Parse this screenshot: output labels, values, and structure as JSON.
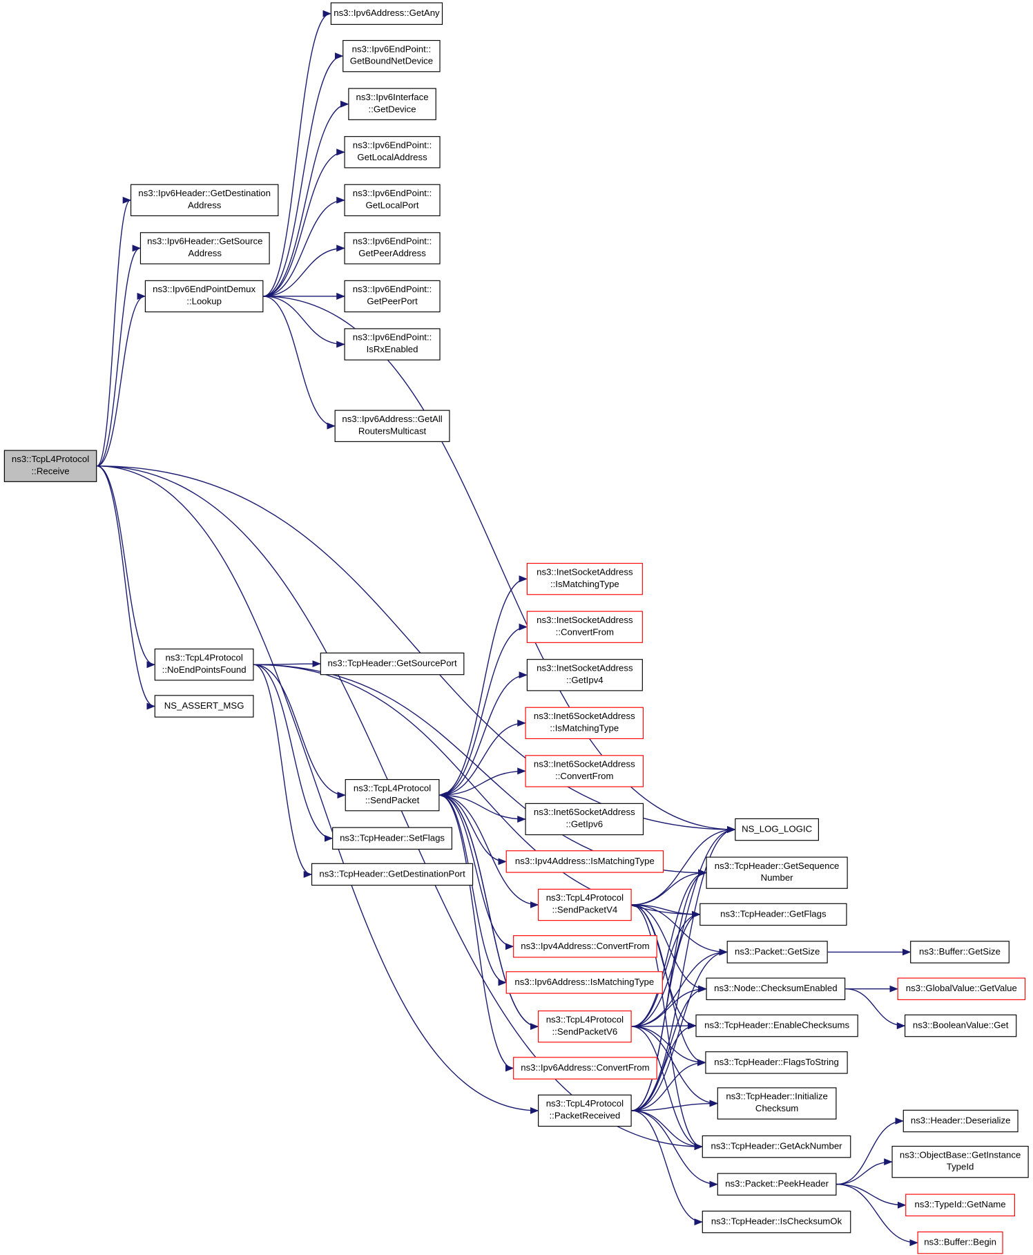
{
  "colors": {
    "edge": "#191970",
    "node_border": "#000000",
    "node_border_partial": "#ff0000",
    "root_fill": "#bfbfbf"
  },
  "nodes": [
    {
      "id": "root",
      "lines": [
        "ns3::TcpL4Protocol",
        "::Receive"
      ]
    },
    {
      "id": "getany",
      "lines": [
        "ns3::Ipv6Address::GetAny"
      ]
    },
    {
      "id": "getboundnetdevice",
      "lines": [
        "ns3::Ipv6EndPoint::",
        "GetBoundNetDevice"
      ]
    },
    {
      "id": "ifacegetdevice",
      "lines": [
        "ns3::Ipv6Interface",
        "::GetDevice"
      ]
    },
    {
      "id": "getlocaladdress",
      "lines": [
        "ns3::Ipv6EndPoint::",
        "GetLocalAddress"
      ]
    },
    {
      "id": "getlocalport",
      "lines": [
        "ns3::Ipv6EndPoint::",
        "GetLocalPort"
      ]
    },
    {
      "id": "getpeeraddress",
      "lines": [
        "ns3::Ipv6EndPoint::",
        "GetPeerAddress"
      ]
    },
    {
      "id": "getpeerport",
      "lines": [
        "ns3::Ipv6EndPoint::",
        "GetPeerPort"
      ]
    },
    {
      "id": "isrxenabled",
      "lines": [
        "ns3::Ipv6EndPoint::",
        "IsRxEnabled"
      ]
    },
    {
      "id": "getallrouters",
      "lines": [
        "ns3::Ipv6Address::GetAll",
        "RoutersMulticast"
      ]
    },
    {
      "id": "getdestaddr",
      "lines": [
        "ns3::Ipv6Header::GetDestination",
        "Address"
      ]
    },
    {
      "id": "getsrcaddr",
      "lines": [
        "ns3::Ipv6Header::GetSource",
        "Address"
      ]
    },
    {
      "id": "lookup",
      "lines": [
        "ns3::Ipv6EndPointDemux",
        "::Lookup"
      ]
    },
    {
      "id": "noendpoints",
      "lines": [
        "ns3::TcpL4Protocol",
        "::NoEndPointsFound"
      ]
    },
    {
      "id": "nsassert",
      "lines": [
        "NS_ASSERT_MSG"
      ]
    },
    {
      "id": "getsourceport",
      "lines": [
        "ns3::TcpHeader::GetSourcePort"
      ]
    },
    {
      "id": "setflags",
      "lines": [
        "ns3::TcpHeader::SetFlags"
      ]
    },
    {
      "id": "getdestport",
      "lines": [
        "ns3::TcpHeader::GetDestinationPort"
      ]
    },
    {
      "id": "sendpacket",
      "lines": [
        "ns3::TcpL4Protocol",
        "::SendPacket"
      ]
    },
    {
      "id": "inetismatch",
      "lines": [
        "ns3::InetSocketAddress",
        "::IsMatchingType"
      ],
      "partial": true
    },
    {
      "id": "inetconvert",
      "lines": [
        "ns3::InetSocketAddress",
        "::ConvertFrom"
      ],
      "partial": true
    },
    {
      "id": "inetgetipv4",
      "lines": [
        "ns3::InetSocketAddress",
        "::GetIpv4"
      ]
    },
    {
      "id": "inet6ismatch",
      "lines": [
        "ns3::Inet6SocketAddress",
        "::IsMatchingType"
      ],
      "partial": true
    },
    {
      "id": "inet6convert",
      "lines": [
        "ns3::Inet6SocketAddress",
        "::ConvertFrom"
      ],
      "partial": true
    },
    {
      "id": "inet6getipv6",
      "lines": [
        "ns3::Inet6SocketAddress",
        "::GetIpv6"
      ]
    },
    {
      "id": "ipv4ismatch",
      "lines": [
        "ns3::Ipv4Address::IsMatchingType"
      ],
      "partial": true
    },
    {
      "id": "sendv4",
      "lines": [
        "ns3::TcpL4Protocol",
        "::SendPacketV4"
      ],
      "partial": true
    },
    {
      "id": "ipv4convert",
      "lines": [
        "ns3::Ipv4Address::ConvertFrom"
      ],
      "partial": true
    },
    {
      "id": "ipv6ismatch",
      "lines": [
        "ns3::Ipv6Address::IsMatchingType"
      ],
      "partial": true
    },
    {
      "id": "sendv6",
      "lines": [
        "ns3::TcpL4Protocol",
        "::SendPacketV6"
      ],
      "partial": true
    },
    {
      "id": "ipv6convert",
      "lines": [
        "ns3::Ipv6Address::ConvertFrom"
      ],
      "partial": true
    },
    {
      "id": "packetreceived",
      "lines": [
        "ns3::TcpL4Protocol",
        "::PacketReceived"
      ]
    },
    {
      "id": "nslog",
      "lines": [
        "NS_LOG_LOGIC"
      ]
    },
    {
      "id": "getseq",
      "lines": [
        "ns3::TcpHeader::GetSequence",
        "Number"
      ]
    },
    {
      "id": "getflags",
      "lines": [
        "ns3::TcpHeader::GetFlags"
      ]
    },
    {
      "id": "pktgetsize",
      "lines": [
        "ns3::Packet::GetSize"
      ]
    },
    {
      "id": "bufgetsize",
      "lines": [
        "ns3::Buffer::GetSize"
      ]
    },
    {
      "id": "checksumenabled",
      "lines": [
        "ns3::Node::ChecksumEnabled"
      ]
    },
    {
      "id": "gvgetvalue",
      "lines": [
        "ns3::GlobalValue::GetValue"
      ],
      "partial": true
    },
    {
      "id": "boolget",
      "lines": [
        "ns3::BooleanValue::Get"
      ]
    },
    {
      "id": "enablechecksums",
      "lines": [
        "ns3::TcpHeader::EnableChecksums"
      ]
    },
    {
      "id": "flagstostring",
      "lines": [
        "ns3::TcpHeader::FlagsToString"
      ]
    },
    {
      "id": "initchecksum",
      "lines": [
        "ns3::TcpHeader::Initialize",
        "Checksum"
      ]
    },
    {
      "id": "getacknumber",
      "lines": [
        "ns3::TcpHeader::GetAckNumber"
      ]
    },
    {
      "id": "peekheader",
      "lines": [
        "ns3::Packet::PeekHeader"
      ]
    },
    {
      "id": "ischecksumok",
      "lines": [
        "ns3::TcpHeader::IsChecksumOk"
      ]
    },
    {
      "id": "deserialize",
      "lines": [
        "ns3::Header::Deserialize"
      ]
    },
    {
      "id": "getinstancetypeid",
      "lines": [
        "ns3::ObjectBase::GetInstance",
        "TypeId"
      ]
    },
    {
      "id": "typeidgetname",
      "lines": [
        "ns3::TypeId::GetName"
      ],
      "partial": true
    },
    {
      "id": "bufbegin",
      "lines": [
        "ns3::Buffer::Begin"
      ],
      "partial": true
    }
  ],
  "edges": [
    [
      "root",
      "getdestaddr"
    ],
    [
      "root",
      "getsrcaddr"
    ],
    [
      "root",
      "lookup"
    ],
    [
      "root",
      "nslog"
    ],
    [
      "root",
      "noendpoints"
    ],
    [
      "root",
      "nsassert"
    ],
    [
      "root",
      "packetreceived"
    ],
    [
      "root",
      "getacknumber"
    ],
    [
      "lookup",
      "getany"
    ],
    [
      "lookup",
      "getboundnetdevice"
    ],
    [
      "lookup",
      "ifacegetdevice"
    ],
    [
      "lookup",
      "getlocaladdress"
    ],
    [
      "lookup",
      "getlocalport"
    ],
    [
      "lookup",
      "getpeeraddress"
    ],
    [
      "lookup",
      "getpeerport"
    ],
    [
      "lookup",
      "isrxenabled"
    ],
    [
      "lookup",
      "getallrouters"
    ],
    [
      "lookup",
      "nslog"
    ],
    [
      "noendpoints",
      "getsourceport"
    ],
    [
      "noendpoints",
      "sendpacket"
    ],
    [
      "noendpoints",
      "setflags"
    ],
    [
      "noendpoints",
      "getdestport"
    ],
    [
      "noendpoints",
      "getseq"
    ],
    [
      "noendpoints",
      "getflags"
    ],
    [
      "sendpacket",
      "inetismatch"
    ],
    [
      "sendpacket",
      "inetconvert"
    ],
    [
      "sendpacket",
      "inetgetipv4"
    ],
    [
      "sendpacket",
      "inet6ismatch"
    ],
    [
      "sendpacket",
      "inet6convert"
    ],
    [
      "sendpacket",
      "inet6getipv6"
    ],
    [
      "sendpacket",
      "ipv4ismatch"
    ],
    [
      "sendpacket",
      "sendv4"
    ],
    [
      "sendpacket",
      "ipv4convert"
    ],
    [
      "sendpacket",
      "ipv6ismatch"
    ],
    [
      "sendpacket",
      "sendv6"
    ],
    [
      "sendpacket",
      "ipv6convert"
    ],
    [
      "sendv4",
      "nslog"
    ],
    [
      "sendv4",
      "getseq"
    ],
    [
      "sendv4",
      "getflags"
    ],
    [
      "sendv4",
      "pktgetsize"
    ],
    [
      "sendv4",
      "checksumenabled"
    ],
    [
      "sendv4",
      "enablechecksums"
    ],
    [
      "sendv4",
      "flagstostring"
    ],
    [
      "sendv4",
      "getacknumber"
    ],
    [
      "sendv6",
      "nslog"
    ],
    [
      "sendv6",
      "getseq"
    ],
    [
      "sendv6",
      "getflags"
    ],
    [
      "sendv6",
      "pktgetsize"
    ],
    [
      "sendv6",
      "checksumenabled"
    ],
    [
      "sendv6",
      "enablechecksums"
    ],
    [
      "sendv6",
      "flagstostring"
    ],
    [
      "sendv6",
      "initchecksum"
    ],
    [
      "sendv6",
      "getacknumber"
    ],
    [
      "sendv6",
      "sendpacket"
    ],
    [
      "packetreceived",
      "nslog"
    ],
    [
      "packetreceived",
      "getseq"
    ],
    [
      "packetreceived",
      "getflags"
    ],
    [
      "packetreceived",
      "pktgetsize"
    ],
    [
      "packetreceived",
      "checksumenabled"
    ],
    [
      "packetreceived",
      "enablechecksums"
    ],
    [
      "packetreceived",
      "flagstostring"
    ],
    [
      "packetreceived",
      "initchecksum"
    ],
    [
      "packetreceived",
      "getacknumber"
    ],
    [
      "packetreceived",
      "peekheader"
    ],
    [
      "packetreceived",
      "ischecksumok"
    ],
    [
      "pktgetsize",
      "bufgetsize"
    ],
    [
      "checksumenabled",
      "gvgetvalue"
    ],
    [
      "checksumenabled",
      "boolget"
    ],
    [
      "peekheader",
      "deserialize"
    ],
    [
      "peekheader",
      "getinstancetypeid"
    ],
    [
      "peekheader",
      "typeidgetname"
    ],
    [
      "peekheader",
      "bufbegin"
    ]
  ]
}
